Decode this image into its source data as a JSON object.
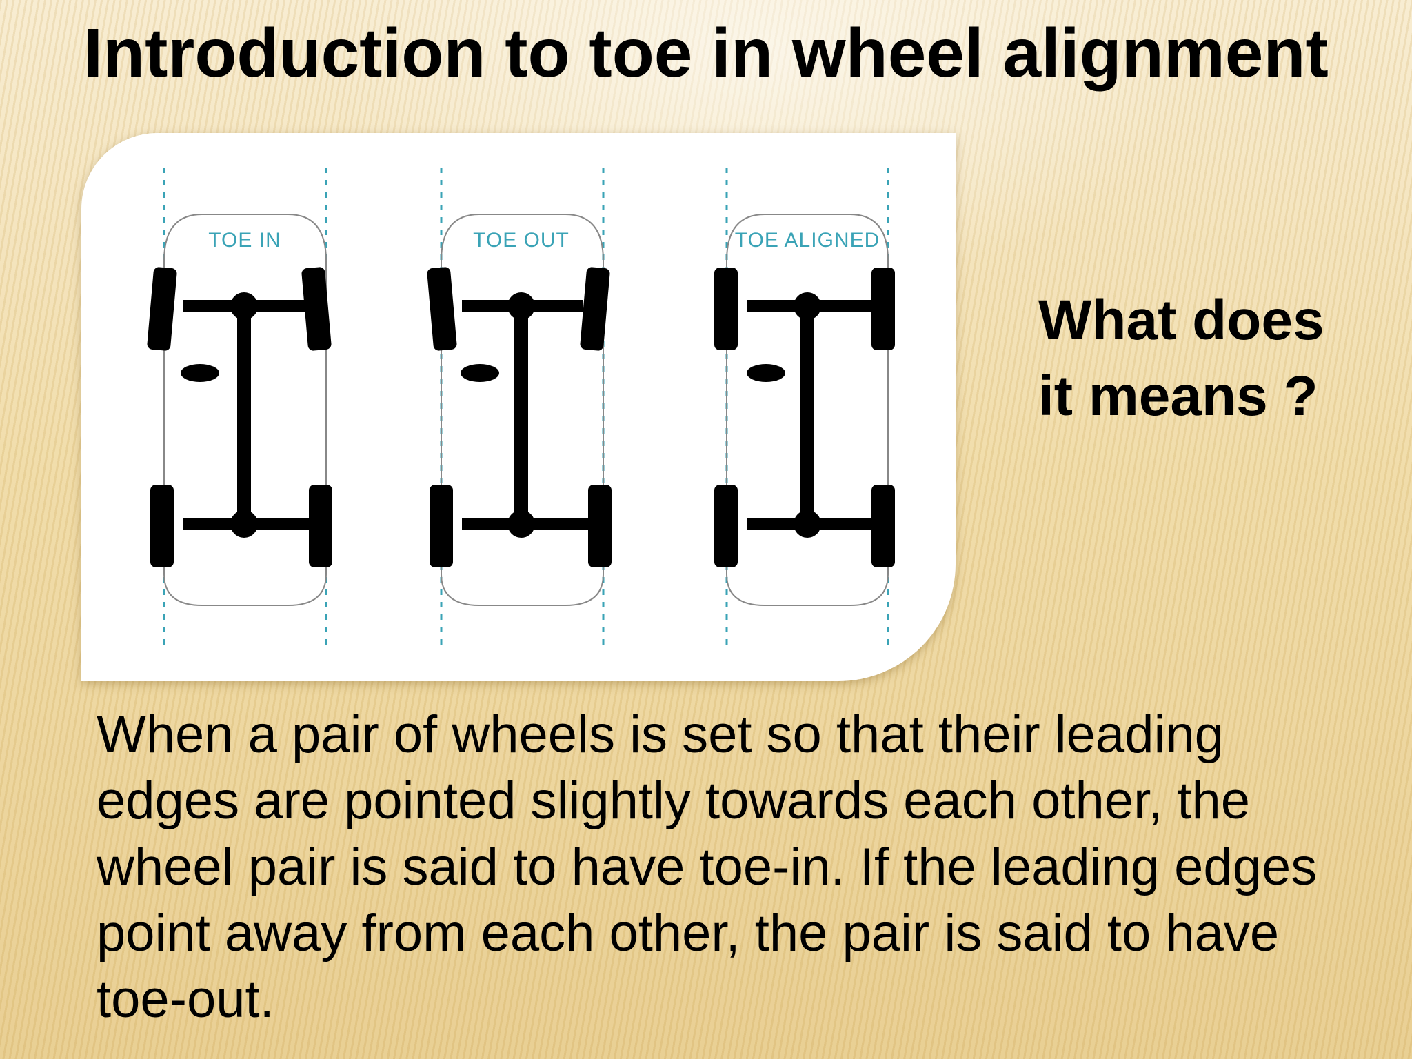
{
  "slide": {
    "title": "Introduction to toe in wheel alignment",
    "side_question": "What does it means ?",
    "body": "When a pair of wheels is set so that their leading edges are pointed slightly towards each other, the wheel pair is said to have toe-in. If the leading edges point away from each other, the pair is said to have toe-out."
  },
  "diagram": {
    "labels": [
      "TOE IN",
      "TOE OUT",
      "TOE ALIGNED"
    ],
    "accent_color": "#3aa3b6",
    "wheel_color": "#000000"
  }
}
